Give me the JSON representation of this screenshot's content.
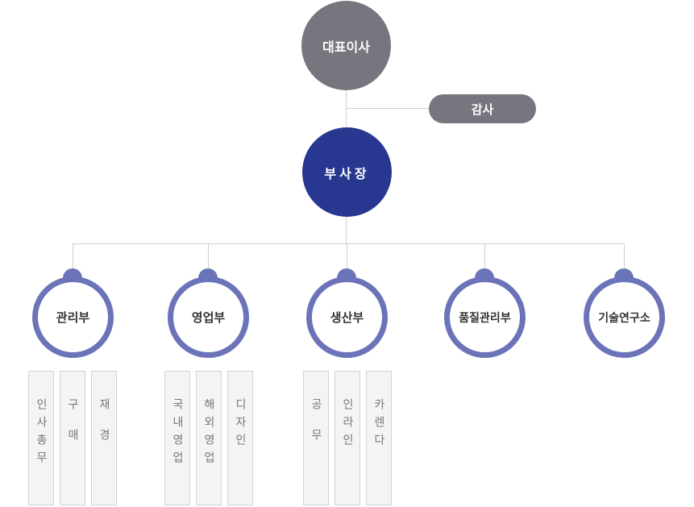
{
  "ceo": {
    "label": "대표이사"
  },
  "audit": {
    "label": "감사"
  },
  "vice_president": {
    "label": "부사장"
  },
  "departments": [
    {
      "label": "관리부",
      "teams": [
        "인사총무",
        "구매",
        "재경"
      ]
    },
    {
      "label": "영업부",
      "teams": [
        "국내영업",
        "해외영업",
        "디자인"
      ]
    },
    {
      "label": "생산부",
      "teams": [
        "공무",
        "인라인",
        "카렌다"
      ]
    },
    {
      "label": "품질관리부",
      "teams": []
    },
    {
      "label": "기술연구소",
      "teams": []
    }
  ]
}
